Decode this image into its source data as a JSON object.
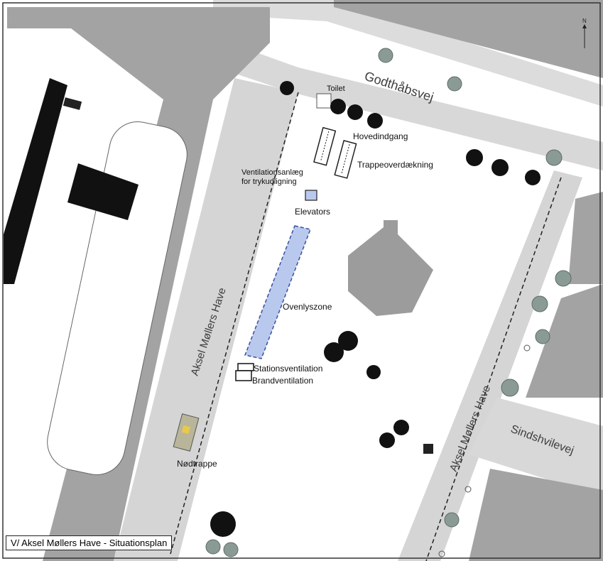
{
  "caption": "V/ Aksel Møllers Have  - Situationsplan",
  "north_arrow": {
    "label": "N"
  },
  "streets": {
    "godthabsvej": "Godthåbsvej",
    "aksel_left": "Aksel Møllers Have",
    "aksel_right": "Aksel Møllers Have",
    "sindshvilevej": "Sindshvilevej"
  },
  "labels": {
    "toilet": "Toilet",
    "hovedindgang": "Hovedindgang",
    "trappeoverdaekning": "Trappeoverdækning",
    "ventilation_line1": "Ventilationsanlæg",
    "ventilation_line2": "for trykudligning",
    "elevators": "Elevators",
    "ovenlyszone": "Ovenlyszone",
    "stationsventilation": "Stationsventilation",
    "brandventilation": "Brandventilation",
    "nodtrappe": "Nødtrappe"
  },
  "colors": {
    "building": "#a3a3a3",
    "sidewalk": "#d8d8d8",
    "road": "#ffffff",
    "skylight": "#b9c9ee",
    "tree_dark": "#111111",
    "tree_grey": "#8a9a94",
    "emergency_stair": "#b9b59a"
  }
}
